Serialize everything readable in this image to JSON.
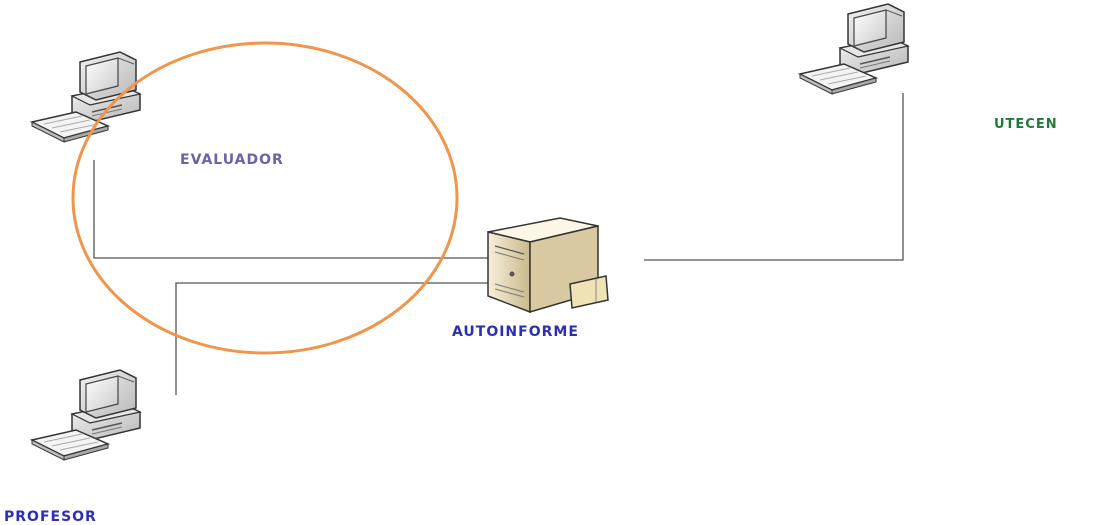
{
  "nodes": {
    "evaluador": {
      "label": "EVALUADOR",
      "icon": "desktop-computer-icon",
      "color": "#6a63a8"
    },
    "utecen": {
      "label": "UTECEN",
      "icon": "desktop-computer-icon",
      "color": "#1f7a3a"
    },
    "autoinforme": {
      "label": "AUTOINFORME",
      "icon": "server-icon",
      "color": "#2b2fb8"
    },
    "profesor": {
      "label": "PROFESOR",
      "icon": "desktop-computer-icon",
      "color": "#2b2fb8"
    }
  },
  "highlight": {
    "shape": "circle",
    "color": "#f0954a",
    "target": "evaluador"
  },
  "connections": [
    {
      "from": "evaluador",
      "to": "autoinforme"
    },
    {
      "from": "profesor",
      "to": "autoinforme"
    },
    {
      "from": "utecen",
      "to": "autoinforme"
    }
  ]
}
